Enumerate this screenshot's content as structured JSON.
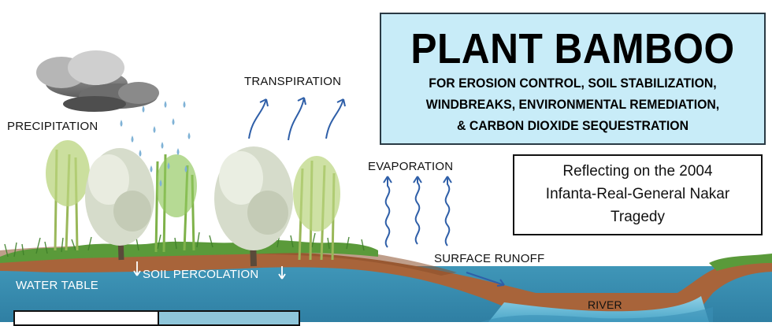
{
  "title": {
    "main": "PLANT BAMBOO",
    "lines": [
      "FOR EROSION CONTROL, SOIL STABILIZATION,",
      "WINDBREAKS, ENVIRONMENTAL REMEDIATION,",
      "& CARBON DIOXIDE SEQUESTRATION"
    ]
  },
  "note": {
    "lines": [
      "Reflecting on the 2004",
      "Infanta-Real-General Nakar",
      "Tragedy"
    ]
  },
  "labels": {
    "precipitation": "PRECIPITATION",
    "transpiration": "TRANSPIRATION",
    "evaporation": "EVAPORATION",
    "surface_runoff": "SURFACE RUNOFF",
    "soil_percolation": "SOIL PERCOLATION",
    "water_table": "WATER TABLE",
    "river": "RIVER"
  },
  "colors": {
    "water": "#4a9fc0",
    "soil": "#a8643a",
    "grass": "#5a9a3a",
    "arrow": "#2f5fa8",
    "title_bg": "#c8ecf8"
  }
}
